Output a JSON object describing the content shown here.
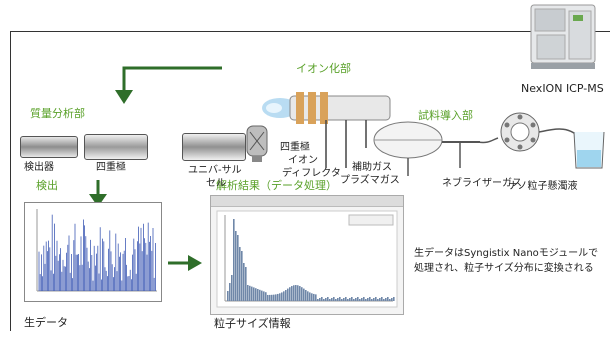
{
  "labels": {
    "ion_section": "イオン化部",
    "mass_section": "質量分析部",
    "instrument": "NexION ICP-MS",
    "sample_intro": "試料導入部",
    "detector": "検出器",
    "quadrupole": "四重極",
    "universal_cell_l1": "ユニバ-サル",
    "universal_cell_l2": "セル",
    "deflector_l1": "四重極",
    "deflector_l2": "イオン",
    "deflector_l3": "ディフレクタ",
    "aux_gas": "補助ガス",
    "plasma_gas": "プラズマガス",
    "nebulizer_gas": "ネブライザーガス",
    "nano_suspension": "ナノ粒子懸濁液",
    "detection": "検出",
    "analysis_result": "解析結果（データ処理）",
    "raw_data": "生データ",
    "particle_info": "粒子サイズ情報",
    "description": "生データはSyngistix Nanoモジュールで処理され、粒子サイズ分布に変換される"
  },
  "colors": {
    "accent_green": "#5aa12a",
    "arrow_green": "#2f6e2a",
    "plot_blue": "#3f5bb5"
  }
}
